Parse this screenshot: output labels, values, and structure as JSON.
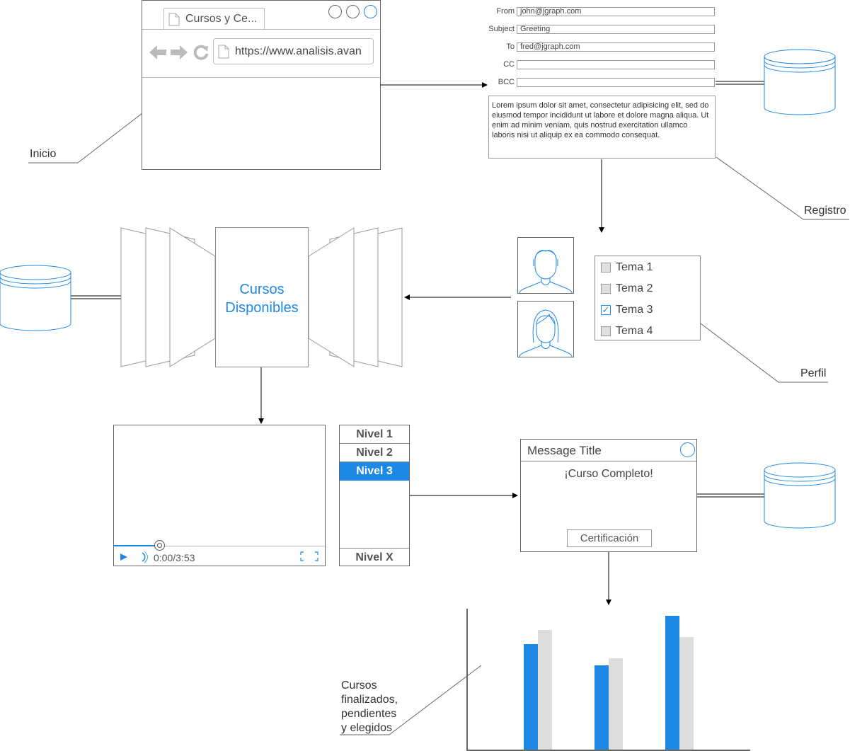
{
  "browser": {
    "tab_title": "Cursos y Ce...",
    "url": "https://www.analisis.avan"
  },
  "email": {
    "from_label": "From",
    "from_value": "john@jgraph.com",
    "subject_label": "Subject",
    "subject_value": "Greeting",
    "to_label": "To",
    "to_value": "fred@jgraph.com",
    "cc_label": "CC",
    "bcc_label": "BCC",
    "body": "Lorem ipsum dolor sit amet, consectetur adipisicing elit, sed do eiusmod tempor incididunt ut labore et dolore magna aliqua. Ut enim ad minim veniam, quis nostrud exercitation ullamco laboris nisi ut aliquip ex ea commodo consequat."
  },
  "coverflow": {
    "title_line1": "Cursos",
    "title_line2": "Disponibles"
  },
  "checklist": {
    "items": [
      {
        "label": "Tema 1",
        "checked": false
      },
      {
        "label": "Tema 2",
        "checked": false
      },
      {
        "label": "Tema 3",
        "checked": true
      },
      {
        "label": "Tema 4",
        "checked": false
      }
    ]
  },
  "video": {
    "time": "0:00/3:53"
  },
  "levels": {
    "items": [
      "Nivel 1",
      "Nivel 2",
      "Nivel 3"
    ],
    "selected": "Nivel 3",
    "last": "Nivel X"
  },
  "message": {
    "title": "Message Title",
    "body": "¡Curso Completo!",
    "button": "Certificación"
  },
  "notes": {
    "inicio": "Inicio",
    "registro": "Registro",
    "perfil": "Perfil",
    "chart_line1": "Cursos",
    "chart_line2": "finalizados,",
    "chart_line3": "pendientes",
    "chart_line4": "y elegidos"
  },
  "colors": {
    "accent": "#1e88e5",
    "secondary": "#dddddd",
    "line": "#666666"
  },
  "chart_data": {
    "type": "bar",
    "categories": [
      "",
      "",
      ""
    ],
    "series": [
      {
        "values": [
          150,
          120,
          190
        ],
        "color": "#1e88e5"
      },
      {
        "values": [
          170,
          130,
          160
        ],
        "color": "#dddddd"
      }
    ],
    "ylim": [
      0,
      200
    ],
    "xlabel": "",
    "ylabel": "",
    "grid": false
  }
}
